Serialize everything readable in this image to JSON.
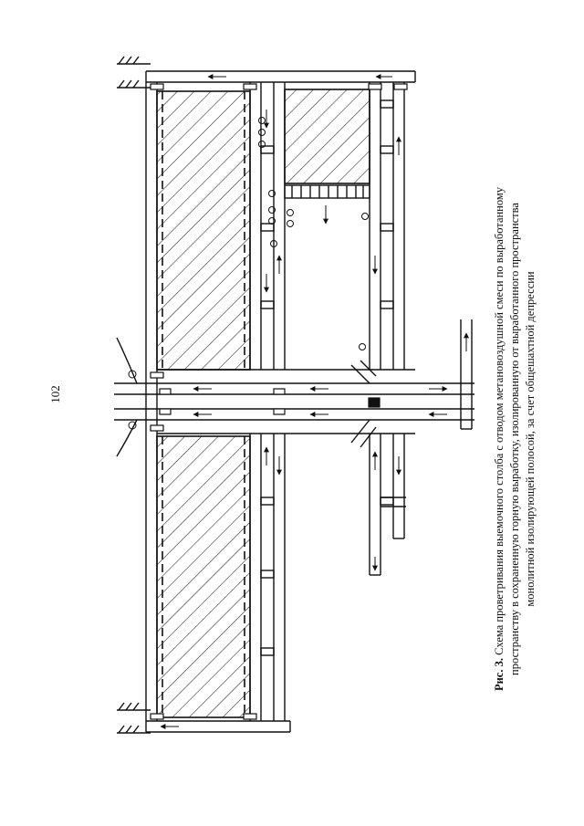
{
  "page": {
    "number": "102"
  },
  "figure": {
    "caption": {
      "label": "Рис. 3.",
      "line1": "Схема проветривания выемочного столба с отводом метановоздушной смеси по выработанному",
      "line2": "пространству в сохраненную горную выработку, изолированную от выработанного пространства",
      "line3": "монолитной изолирующей полосой, за счет общешахтной депрессии"
    }
  },
  "diagram": {
    "stroke": "#111111",
    "hatch": "#222222"
  }
}
